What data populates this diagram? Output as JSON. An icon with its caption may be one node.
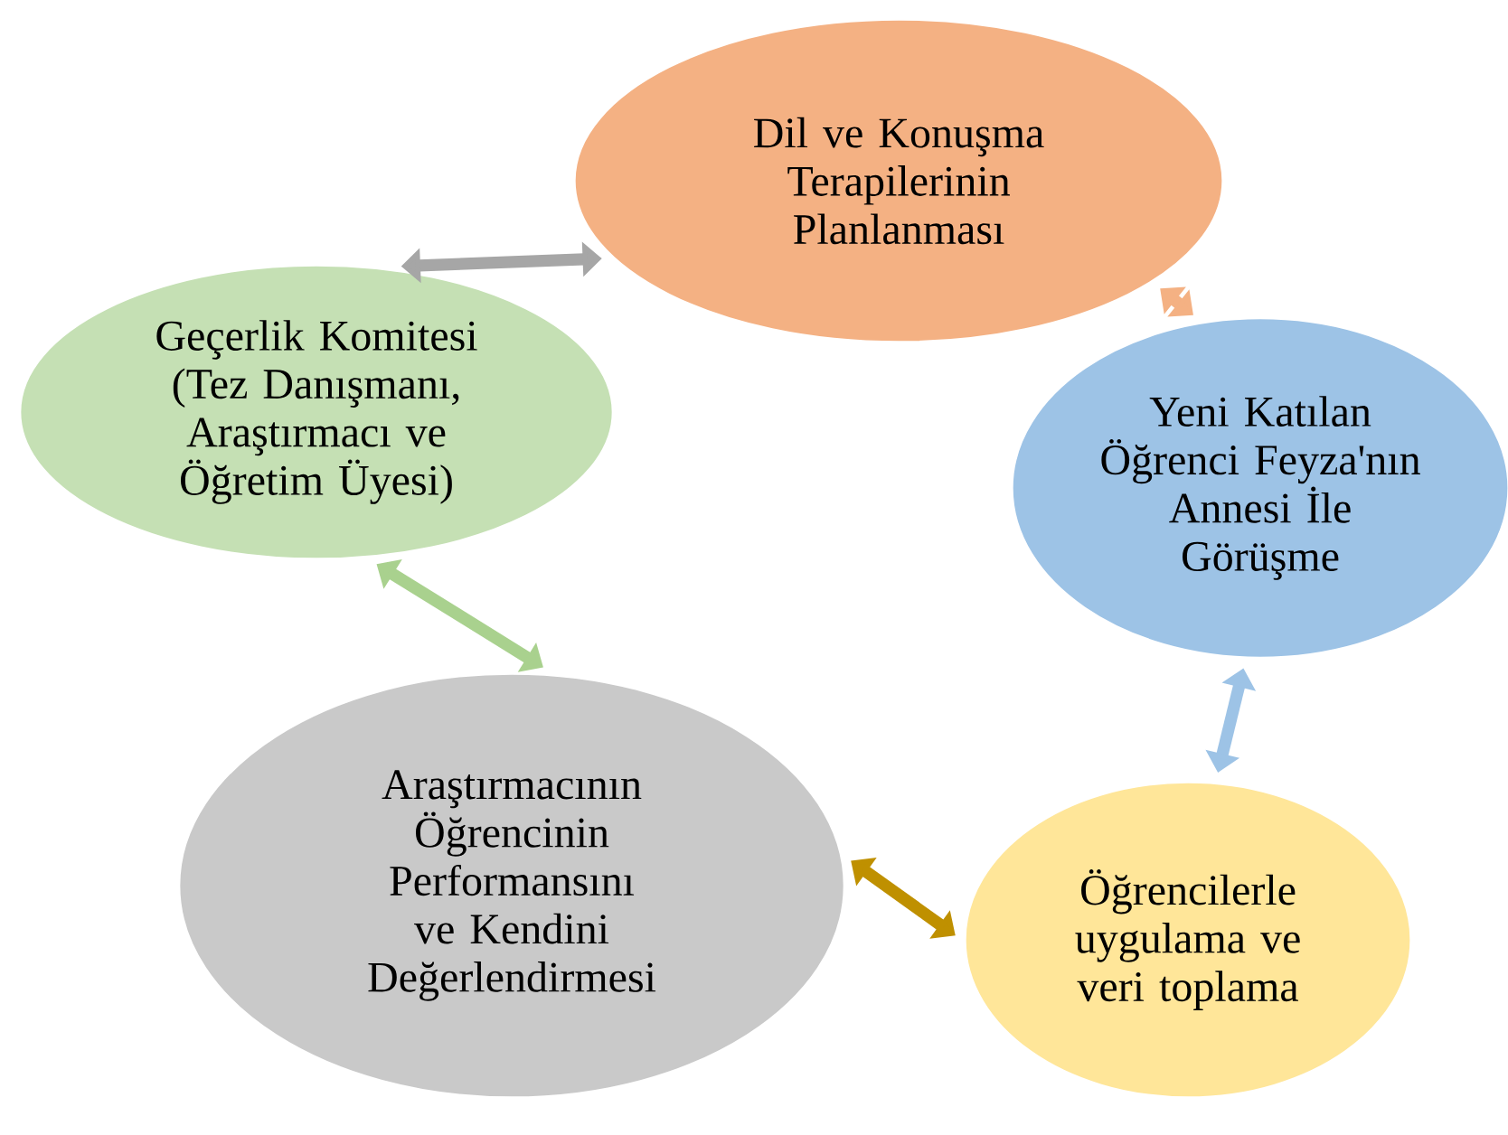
{
  "diagram": {
    "nodes": [
      {
        "text": [
          "Dil ve Konuşma Terapilerinin Planlanması"
        ]
      },
      {
        "text": [
          "Yeni Katılan Öğrenci Feyza'nın Annesi İle Görüşme"
        ]
      },
      {
        "text": [
          "Öğrencilerle uygulama ve veri toplama"
        ]
      },
      {
        "text": [
          "Araştırmacının Öğrencinin Performansını ve Kendini Değerlendirmesi"
        ]
      },
      {
        "text": [
          "Geçerlik Komitesi (Tez Danışmanı, Araştırmacı ve Öğretim Üyesi)"
        ]
      }
    ],
    "edges": [
      {
        "from": 0,
        "to": 1,
        "arrow": "both",
        "color": "#f4b183"
      },
      {
        "from": 1,
        "to": 2,
        "arrow": "both",
        "color": "#9dc3e6"
      },
      {
        "from": 2,
        "to": 3,
        "arrow": "both",
        "color": "#bf9000"
      },
      {
        "from": 3,
        "to": 4,
        "arrow": "both",
        "color": "#a9d18e"
      },
      {
        "from": 4,
        "to": 0,
        "arrow": "both",
        "color": "#a6a6a6"
      }
    ]
  }
}
